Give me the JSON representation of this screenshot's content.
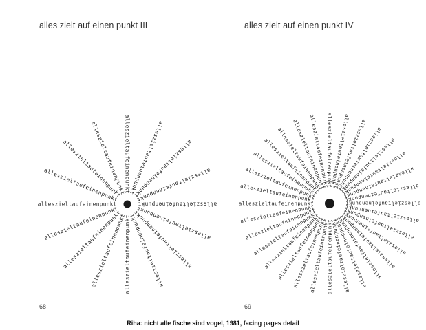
{
  "spread": {
    "pages": [
      {
        "title": "alles zielt auf einen punkt III",
        "page_number": "68",
        "poem": {
          "text": "alleszieltaufeinenpunkt",
          "ray_count": 16
        }
      },
      {
        "title": "alles zielt auf einen punkt IV",
        "page_number": "69",
        "poem": {
          "text": "alleszieltaufeinenpunkt",
          "ray_count": 32
        }
      }
    ]
  },
  "caption": "Riha: nicht alle fische sind vogel, 1981, facing pages detail",
  "colors": {
    "paper": "#ffffff",
    "ink": "#1a1a1a"
  }
}
